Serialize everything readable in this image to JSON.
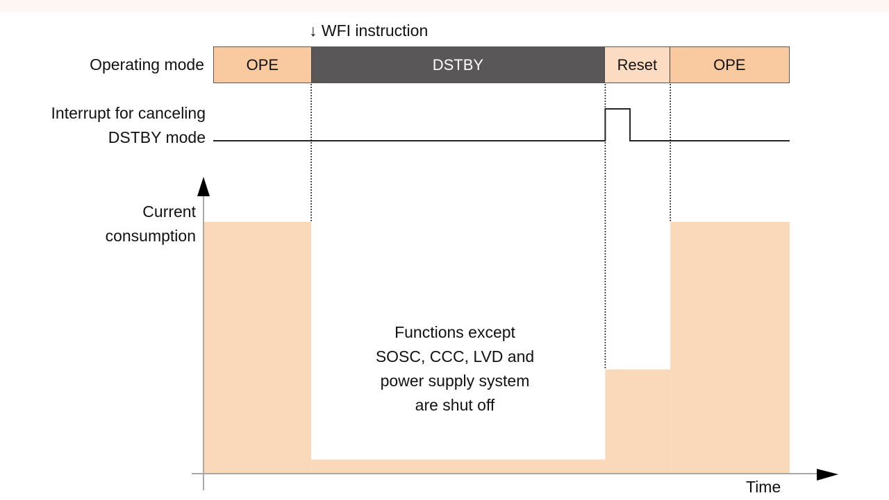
{
  "title_annotation": "↓ WFI instruction",
  "rows": {
    "operating_mode_label": "Operating mode",
    "interrupt_label_line1": "Interrupt for canceling",
    "interrupt_label_line2": "DSTBY mode",
    "current_label_line1": "Current",
    "current_label_line2": "consumption"
  },
  "modes": [
    {
      "name": "OPE",
      "start": 0,
      "end": 17,
      "fill": "#f9c9a0",
      "text_color": "#111111"
    },
    {
      "name": "DSTBY",
      "start": 17,
      "end": 68,
      "fill": "#595757",
      "text_color": "#ffffff"
    },
    {
      "name": "Reset",
      "start": 68,
      "end": 79.3,
      "fill": "#fbdcc3",
      "text_color": "#111111"
    },
    {
      "name": "OPE",
      "start": 79.3,
      "end": 100,
      "fill": "#f9c9a0",
      "text_color": "#111111"
    }
  ],
  "interrupt_pulse": {
    "rise": 68,
    "fall": 72.3
  },
  "current_levels": [
    {
      "phase": "OPE",
      "start": -1.7,
      "end": 17,
      "level": 100
    },
    {
      "phase": "DSTBY",
      "start": 17,
      "end": 68,
      "level": 5.6
    },
    {
      "phase": "Reset",
      "start": 68,
      "end": 79.3,
      "level": 41.4
    },
    {
      "phase": "OPE",
      "start": 79.3,
      "end": 100,
      "level": 100
    }
  ],
  "dstby_note": [
    "Functions except",
    "SOSC, CCC, LVD and",
    "power supply system",
    "are shut off"
  ],
  "axes": {
    "x_label": "Time",
    "y_label": "Current consumption"
  },
  "colors": {
    "current_fill": "#fad9bb",
    "axis": "#a8a8a8",
    "line": "#222222"
  },
  "chart_data": {
    "type": "area",
    "title": "DSTBY mode timing and current consumption",
    "xlabel": "Time",
    "ylabel": "Current consumption",
    "x": [
      "OPE",
      "DSTBY",
      "Reset",
      "OPE"
    ],
    "values": [
      100,
      5.6,
      41.4,
      100
    ],
    "grid": false
  }
}
